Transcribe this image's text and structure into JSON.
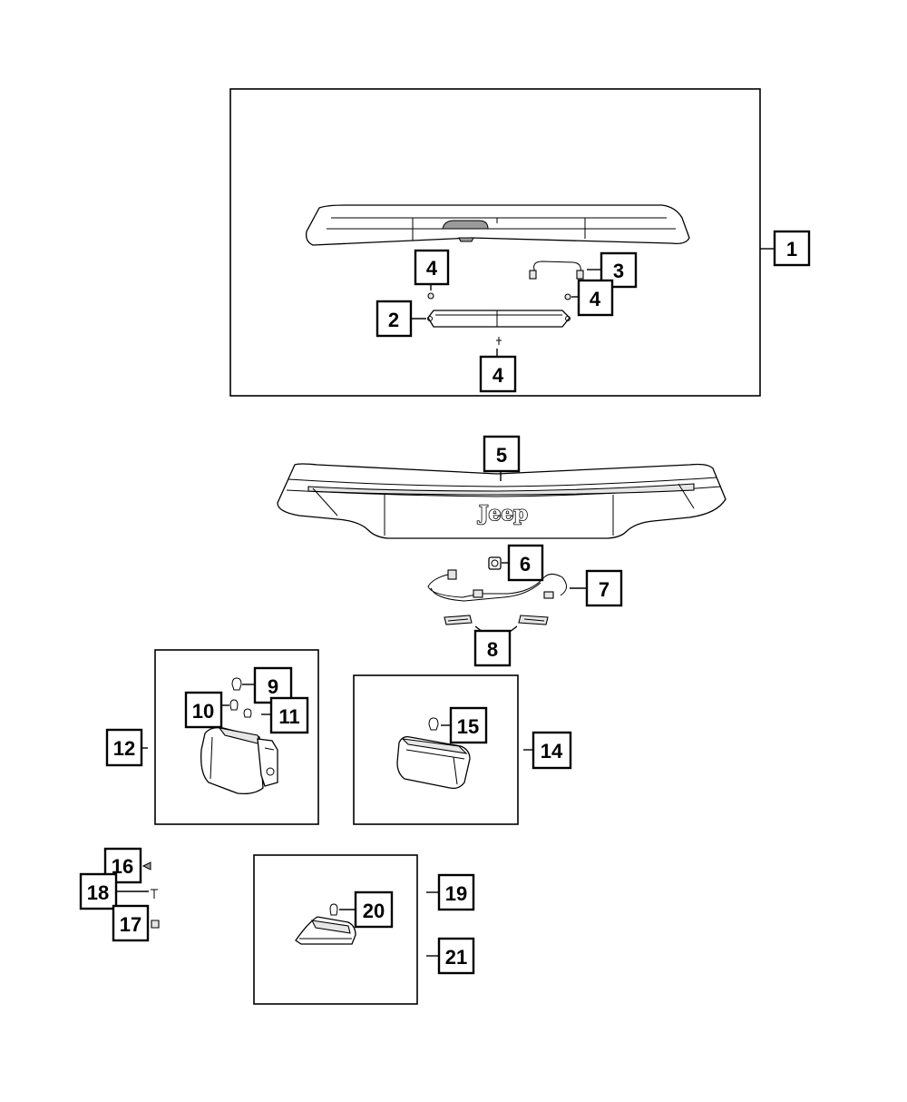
{
  "diagram": {
    "callouts": [
      {
        "id": "c1",
        "label": "1"
      },
      {
        "id": "c2",
        "label": "2"
      },
      {
        "id": "c3",
        "label": "3"
      },
      {
        "id": "c4a",
        "label": "4"
      },
      {
        "id": "c4b",
        "label": "4"
      },
      {
        "id": "c4c",
        "label": "4"
      },
      {
        "id": "c5",
        "label": "5"
      },
      {
        "id": "c6",
        "label": "6"
      },
      {
        "id": "c7",
        "label": "7"
      },
      {
        "id": "c8",
        "label": "8"
      },
      {
        "id": "c9",
        "label": "9"
      },
      {
        "id": "c10",
        "label": "10"
      },
      {
        "id": "c11",
        "label": "11"
      },
      {
        "id": "c12",
        "label": "12"
      },
      {
        "id": "c14",
        "label": "14"
      },
      {
        "id": "c15",
        "label": "15"
      },
      {
        "id": "c16",
        "label": "16"
      },
      {
        "id": "c17",
        "label": "17"
      },
      {
        "id": "c18",
        "label": "18"
      },
      {
        "id": "c19",
        "label": "19"
      },
      {
        "id": "c20",
        "label": "20"
      },
      {
        "id": "c21",
        "label": "21"
      }
    ],
    "logo_text": "Jeep"
  }
}
